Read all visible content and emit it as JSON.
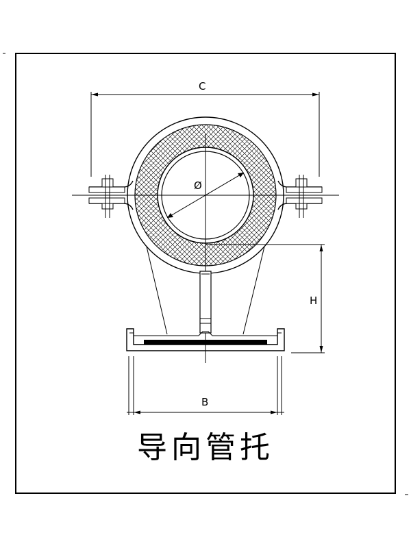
{
  "drawing": {
    "title": "导向管托",
    "dimensions": {
      "width_top": "C",
      "width_base": "B",
      "height": "H",
      "diameter": "Ø"
    }
  }
}
